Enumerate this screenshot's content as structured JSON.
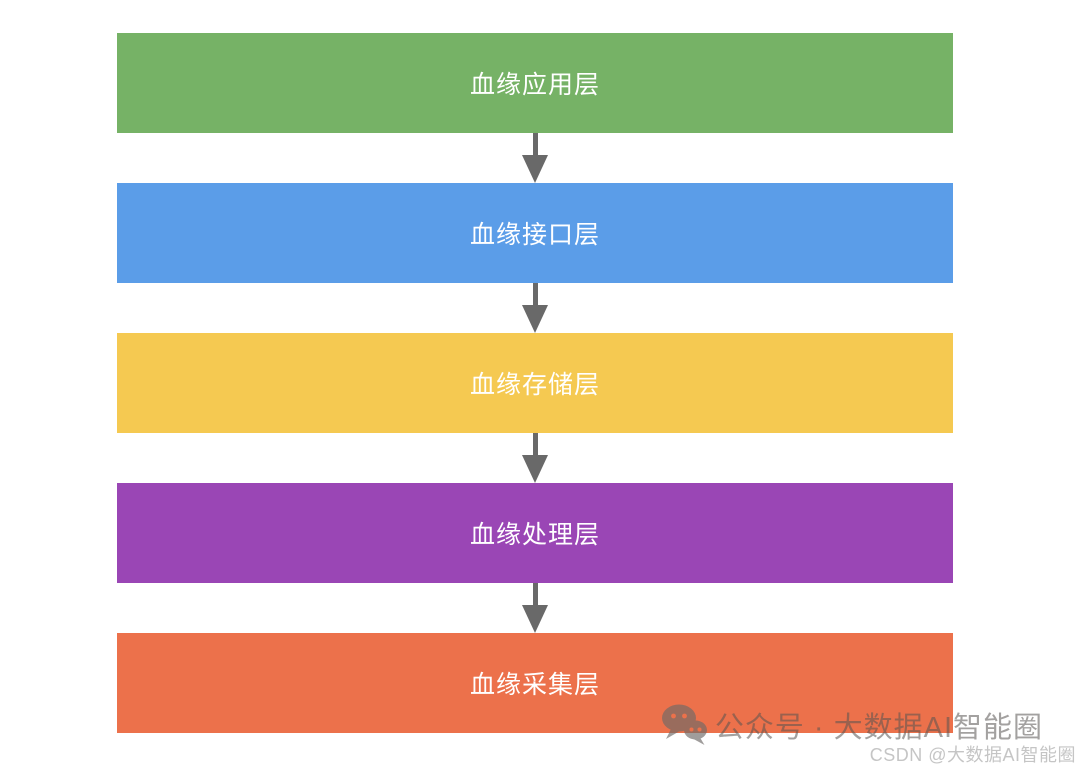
{
  "diagram": {
    "layers": [
      {
        "label": "血缘应用层",
        "color": "#76B266"
      },
      {
        "label": "血缘接口层",
        "color": "#5B9DE8"
      },
      {
        "label": "血缘存储层",
        "color": "#F5C951"
      },
      {
        "label": "血缘处理层",
        "color": "#9A46B5"
      },
      {
        "label": "血缘采集层",
        "color": "#EC714B"
      }
    ],
    "arrow_color": "#696969"
  },
  "watermark": {
    "wechat_label": "公众号 · 大数据AI智能圈",
    "csdn_label": "CSDN @大数据AI智能圈",
    "icon_color": "#6e6a68"
  }
}
